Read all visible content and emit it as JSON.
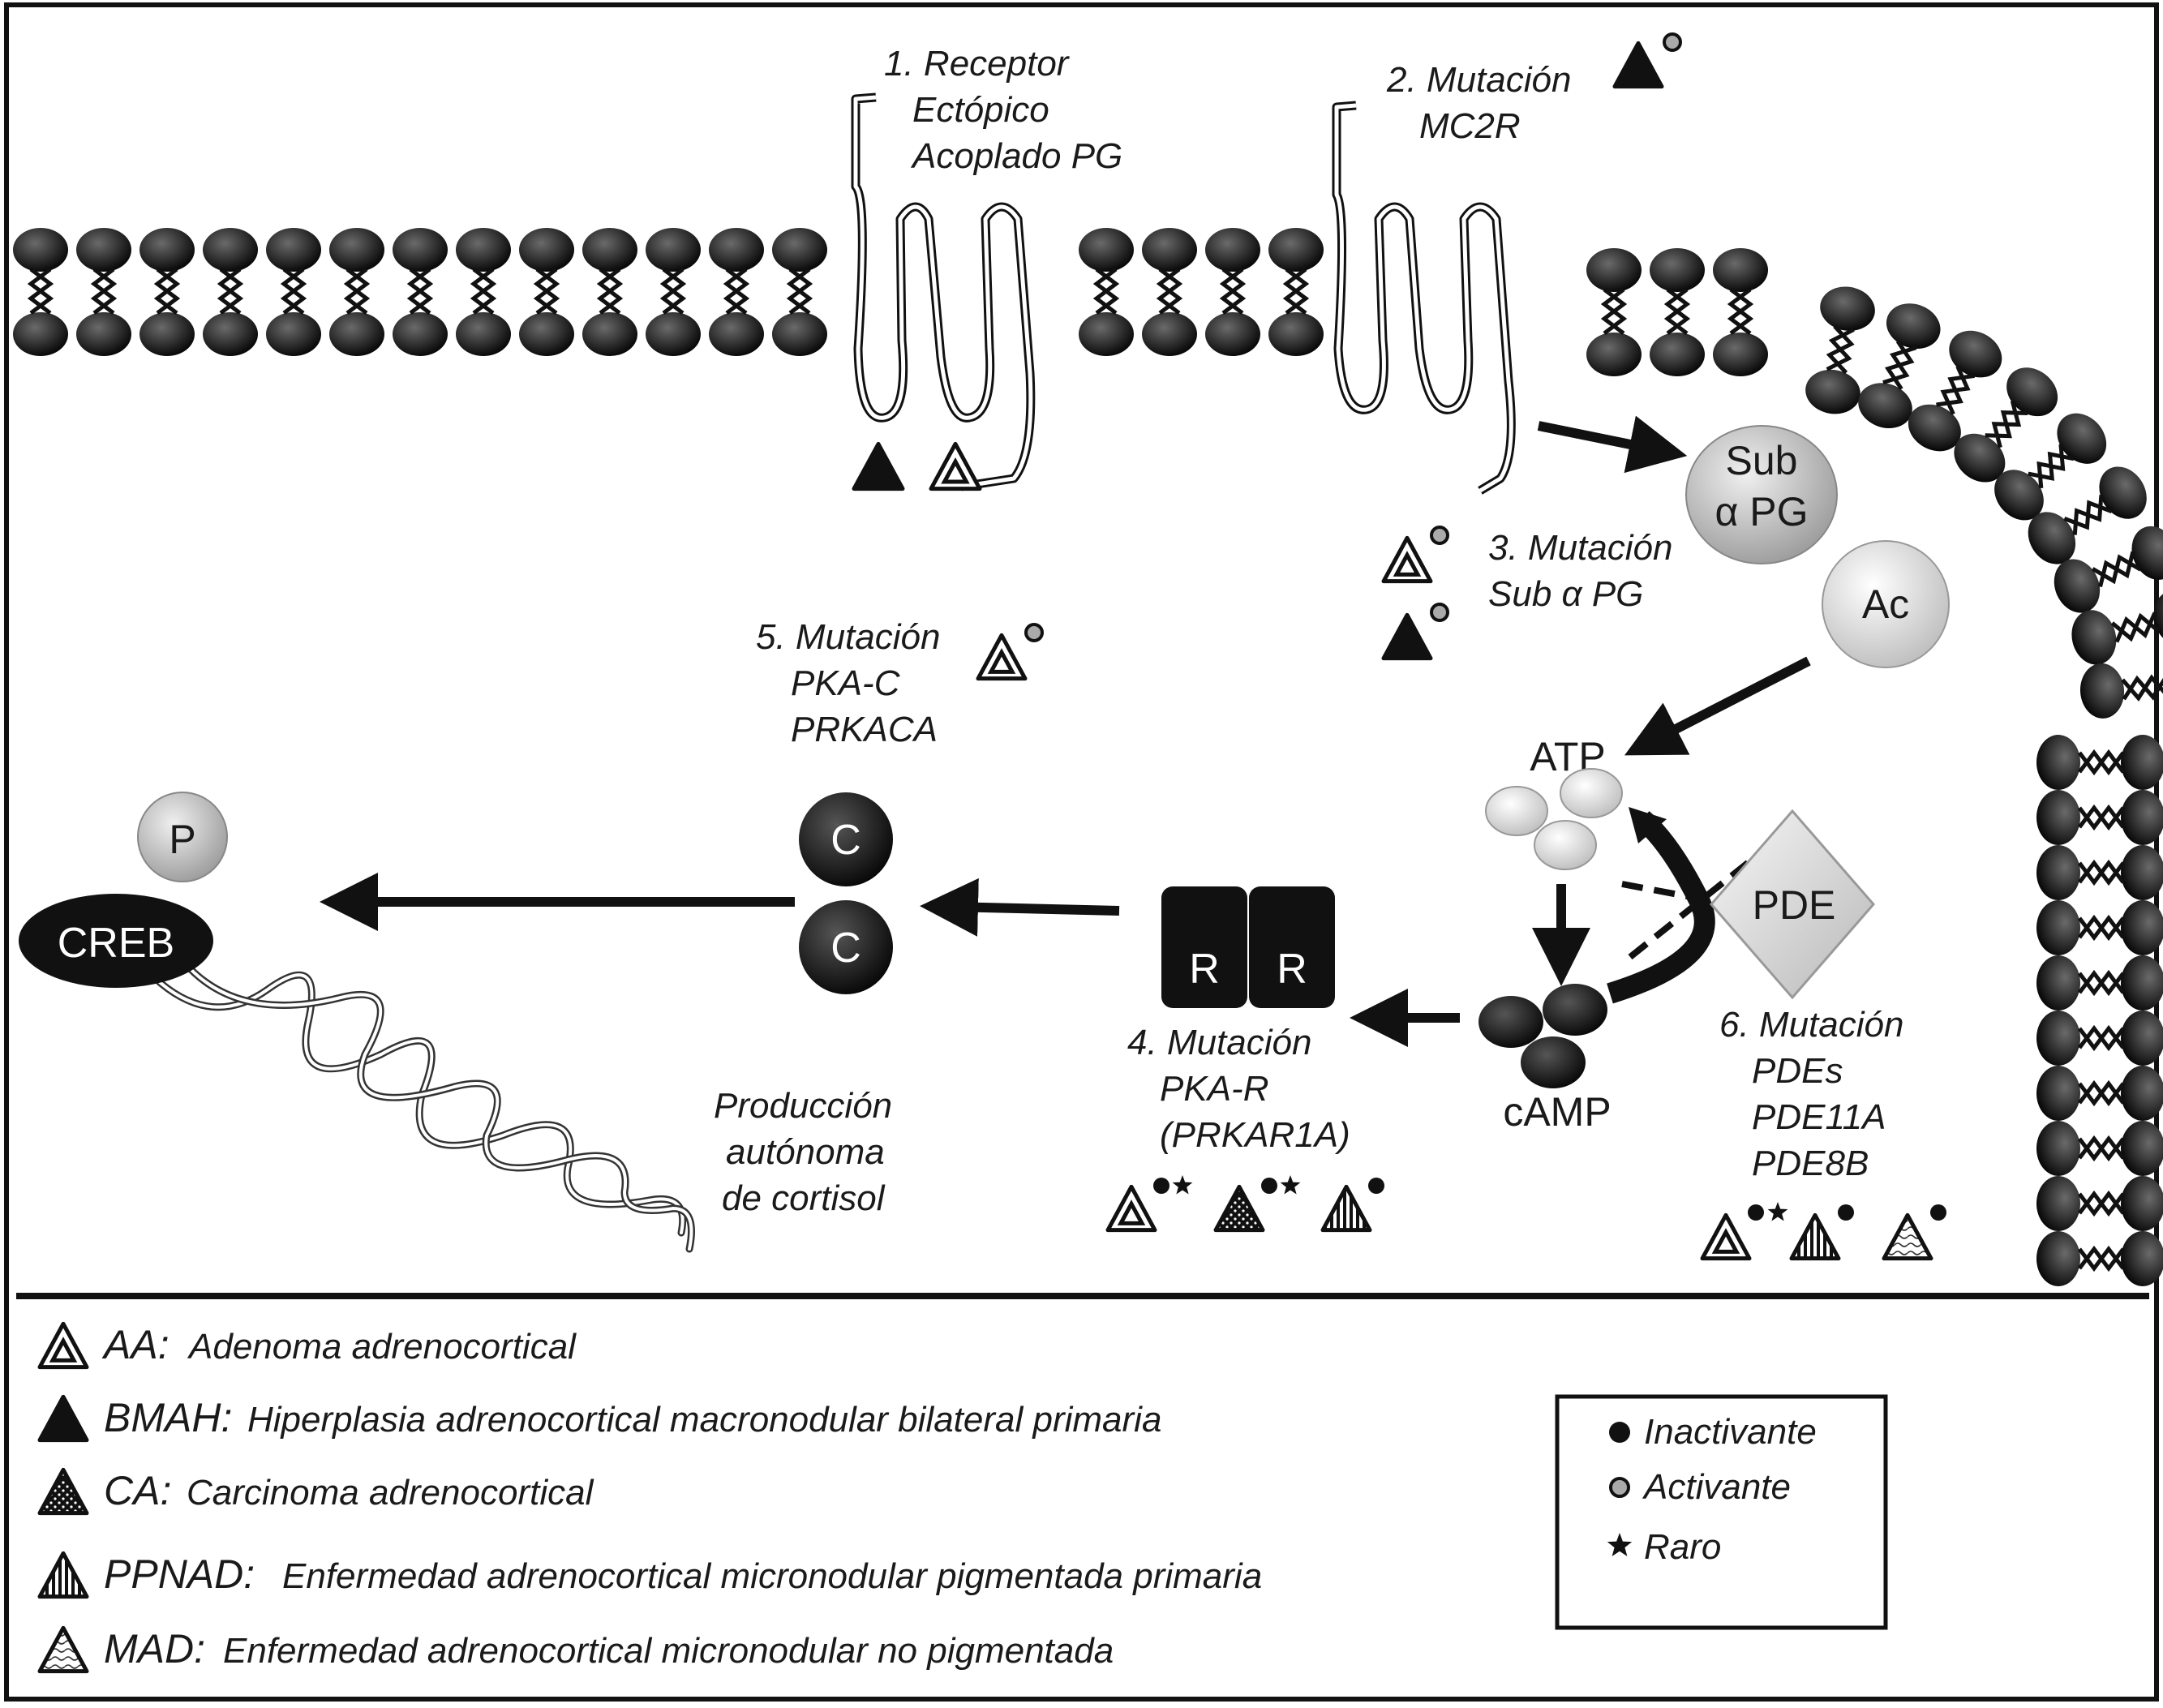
{
  "diagram": {
    "labels": {
      "receptor": [
        "1. Receptor",
        "Ectópico",
        "Acoplado PG"
      ],
      "mc2r": [
        "2. Mutación",
        "MC2R"
      ],
      "sub_alpha": [
        "3. Mutación",
        "Sub α PG"
      ],
      "pka_r": [
        "4. Mutación",
        "PKA-R",
        "(PRKAR1A)"
      ],
      "pka_c": [
        "5. Mutación",
        "PKA-C",
        "PRKACA"
      ],
      "pdes": [
        "6. Mutación",
        "PDEs",
        "PDE11A",
        "PDE8B"
      ],
      "cortisol": [
        "Producción",
        "autónoma",
        "de cortisol"
      ]
    },
    "nodes": {
      "sub_alpha_pg": [
        "Sub",
        "α PG"
      ],
      "ac": "Ac",
      "atp": "ATP",
      "camp": "cAMP",
      "pde": "PDE",
      "r1": "R",
      "r2": "R",
      "c1": "C",
      "c2": "C",
      "creb": "CREB",
      "p": "P"
    }
  },
  "legend": {
    "items": [
      {
        "abbr": "AA:",
        "desc": "Adenoma adrenocortical",
        "pattern": "hollow"
      },
      {
        "abbr": "BMAH:",
        "desc": "Hiperplasia adrenocortical macronodular bilateral primaria",
        "pattern": "solid"
      },
      {
        "abbr": "CA:",
        "desc": "Carcinoma adrenocortical",
        "pattern": "dots"
      },
      {
        "abbr": "PPNAD:",
        "desc": "Enfermedad adrenocortical micronodular pigmentada primaria",
        "pattern": "stripes"
      },
      {
        "abbr": "MAD:",
        "desc": "Enfermedad adrenocortical micronodular no pigmentada",
        "pattern": "wavy"
      }
    ],
    "key": [
      {
        "symbol": "dot",
        "label": "Inactivante"
      },
      {
        "symbol": "ring",
        "label": "Activante"
      },
      {
        "symbol": "star",
        "label": "Raro"
      }
    ]
  }
}
